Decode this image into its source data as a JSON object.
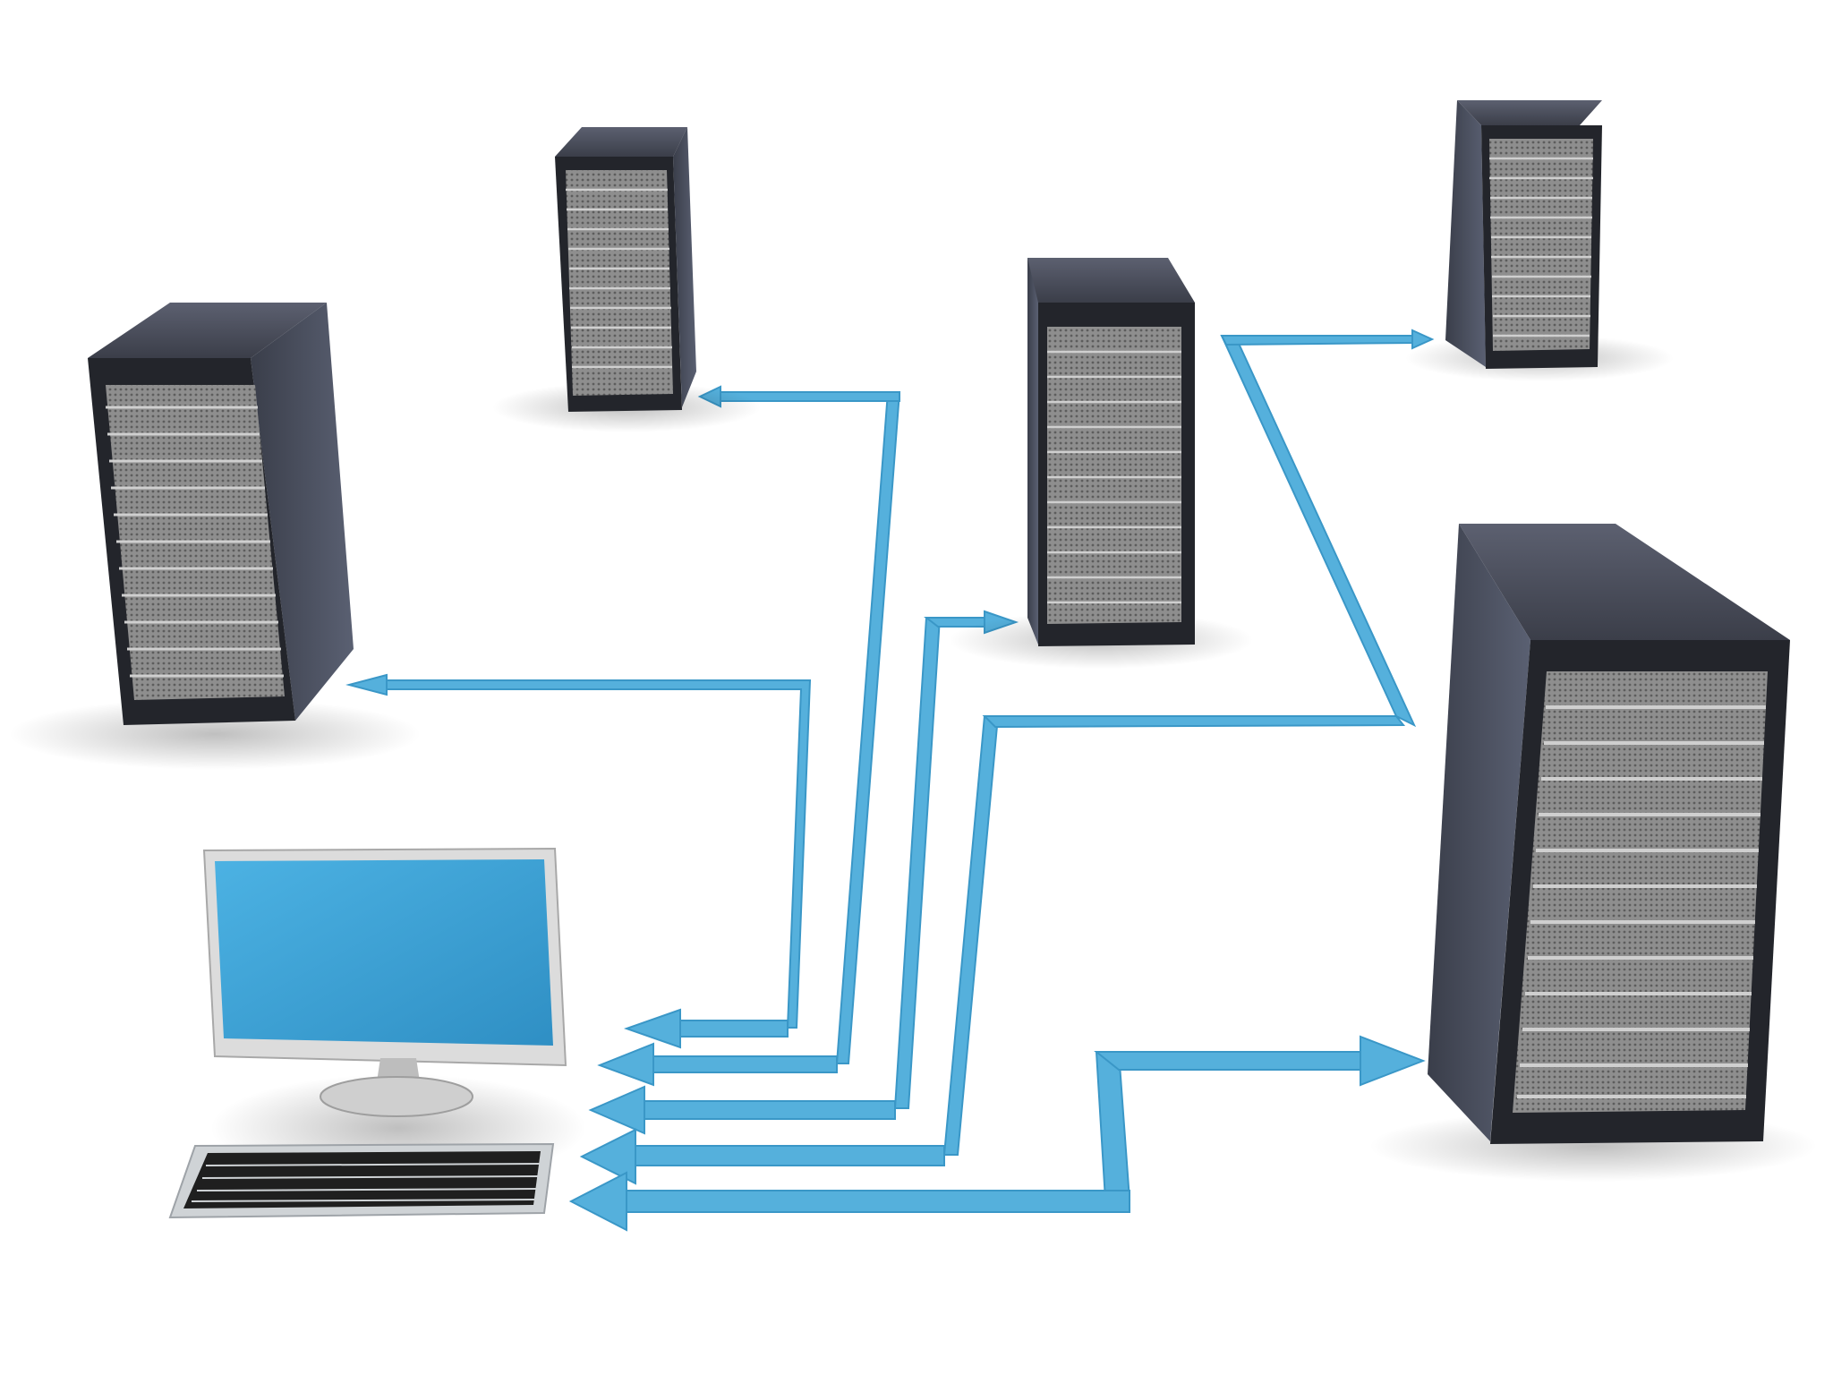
{
  "scene": {
    "servers": [
      {
        "id": "server-left"
      },
      {
        "id": "server-top-center"
      },
      {
        "id": "server-center"
      },
      {
        "id": "server-top-right"
      },
      {
        "id": "server-right-large"
      }
    ],
    "workstation": {
      "id": "workstation"
    },
    "connections": [
      {
        "from": "workstation",
        "to": "server-left"
      },
      {
        "from": "workstation",
        "to": "server-top-center"
      },
      {
        "from": "workstation",
        "to": "server-center"
      },
      {
        "from": "workstation",
        "to": "server-top-right"
      },
      {
        "from": "workstation",
        "to": "server-right-large"
      }
    ]
  },
  "colors": {
    "background": "#ffffff",
    "arrow_blue": "#55b0dc",
    "arrow_blue_dark": "#3a97c7",
    "server_body": "#2b2d33",
    "server_side": "#3a3e4a",
    "server_top": "#4a4e5c",
    "server_panel": "#c8c8c8",
    "monitor_screen": "#3fa3d8",
    "monitor_frame": "#d9d9d9",
    "keyboard_base": "#cfd3d6",
    "keyboard_keys": "#1f1f1f"
  }
}
